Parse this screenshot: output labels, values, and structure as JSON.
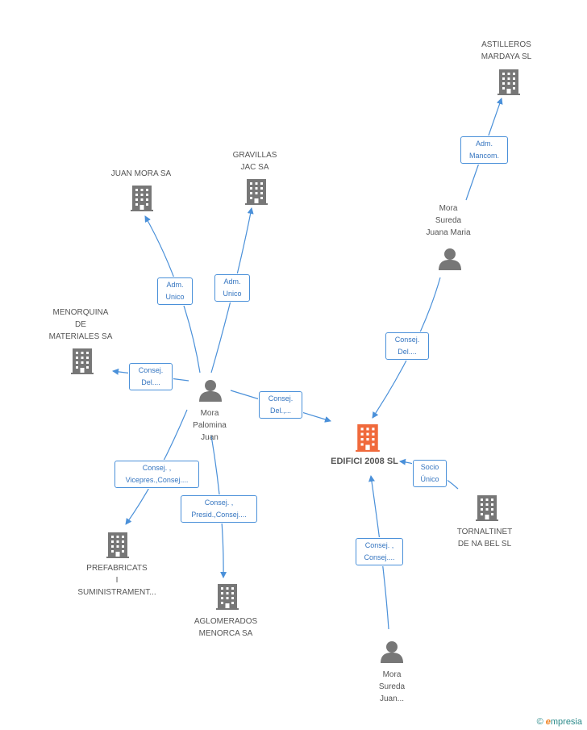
{
  "colors": {
    "edge": "#4a90d9",
    "node": "#777777",
    "center": "#f06a3c",
    "label": "#555555"
  },
  "center": {
    "label": "EDIFICI 2008 SL"
  },
  "companies": {
    "astilleros": "ASTILLEROS\nMARDAYA SL",
    "juan_mora": "JUAN MORA SA",
    "gravillas": "GRAVILLAS\nJAC SA",
    "menorquina": "MENORQUINA\nDE\nMATERIALES SA",
    "prefabricats": "PREFABRICATS\nI\nSUMINISTRAMENT...",
    "aglomerados": "AGLOMERADOS\nMENORCA SA",
    "tornaltinet": "TORNALTINET\nDE NA BEL SL"
  },
  "persons": {
    "mora_palomina": "Mora\nPalomina\nJuan",
    "mora_sureda_juana": "Mora\nSureda\nJuana Maria",
    "mora_sureda_juan": "Mora\nSureda\nJuan..."
  },
  "relations": {
    "adm_mancom": "Adm.\nMancom.",
    "adm_unico_1": "Adm.\nUnico",
    "adm_unico_2": "Adm.\nUnico",
    "consej_del_1": "Consej.\nDel....",
    "consej_del_2": "Consej.\nDel....",
    "consej_del_3": "Consej.\nDel.,...",
    "vicepres": "Consej. ,\nVicepres.,Consej....",
    "presid": "Consej. ,\nPresid.,Consej....",
    "socio_unico": "Socio\nÚnico",
    "consej_consej": "Consej. ,\nConsej...."
  },
  "footer": {
    "copyright": "©",
    "brand_first": "e",
    "brand_rest": "mpresia"
  }
}
